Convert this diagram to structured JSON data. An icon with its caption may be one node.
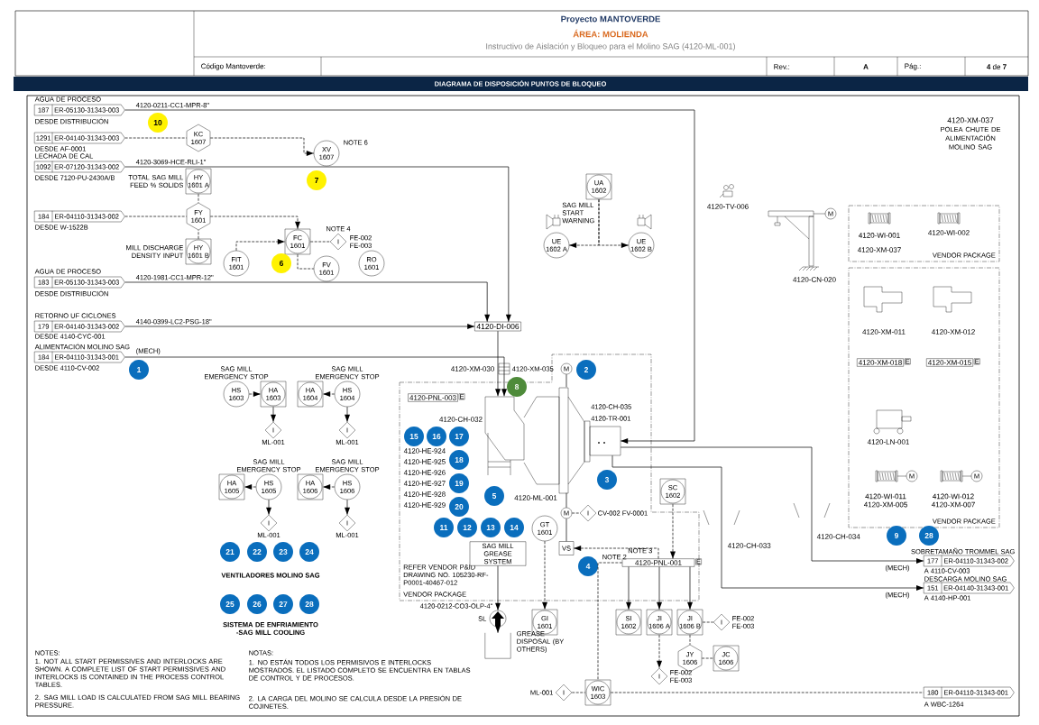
{
  "diagram": {
    "title": "Proyecto MANTOVERDE",
    "nodes": [
      {
        "text": [
          "187",
          "ER-05130-31343-003"
        ],
        "beside": [
          "AGUA DE PROCESO",
          "DESDE DISTRIBUCIÓN"
        ]
      },
      {
        "text": [
          "1291",
          "ER-04140-31343-003"
        ],
        "beside": [
          "DESDE AF-0001"
        ]
      },
      {
        "text": [
          "1092",
          "ER-07120-31343-002"
        ],
        "beside": [
          "LECHADA DE CAL",
          "DESDE 7120-PU-2430A/B"
        ]
      },
      {
        "text": [
          "184",
          "ER-04110-31343-002"
        ],
        "beside": [
          "DESDE W-1522B"
        ]
      },
      {
        "text": [
          "183",
          "ER-05130-31343-003"
        ],
        "beside": [
          "AGUA DE PROCESO",
          "DESDE DISTRIBUCIÓN"
        ]
      },
      {
        "text": [
          "179",
          "ER-04140-31343-002"
        ],
        "beside": [
          "RETORNO UF CICLONES",
          "DESDE 4140-CYC-001"
        ]
      },
      {
        "text": [
          "184",
          "ER-04110-31343-001"
        ],
        "beside": [
          "ALIMENTACIÓN MOLINO SAG",
          "DESDE 4110-CV-002"
        ]
      },
      {
        "text": [
          "KC",
          "1607"
        ]
      },
      {
        "text": [
          "XV",
          "1607"
        ],
        "beside": [
          "NOTE 6"
        ]
      },
      {
        "text": [
          "HY",
          "1601 A"
        ],
        "beside": [
          "TOTAL SAG MILL FEED % SOLIDS"
        ]
      },
      {
        "text": [
          "FY",
          "1601"
        ]
      },
      {
        "text": [
          "HY",
          "1601 B"
        ],
        "beside": [
          "MILL DISCHARGE DENSITY INPUT"
        ]
      },
      {
        "text": [
          "FC",
          "1601"
        ]
      },
      {
        "text": [
          "I"
        ],
        "beside": [
          "NOTE 4",
          "FE-002 FE-003"
        ]
      },
      {
        "text": [
          "FIT",
          "1601"
        ]
      },
      {
        "text": [
          "FV",
          "1601"
        ]
      },
      {
        "text": [
          "RO",
          "1601"
        ]
      },
      {
        "text": [
          "4120-DI-006"
        ]
      },
      {
        "text": [
          "UA",
          "1602"
        ]
      },
      {
        "text": [
          "UE",
          "1602 A"
        ]
      },
      {
        "text": [
          "UE",
          "1602 B"
        ]
      },
      {
        "text": [
          "4120-TV-006"
        ]
      },
      {
        "text": [
          "4120-CN-020"
        ]
      },
      {
        "text": [
          "VENDOR PACKAGE"
        ]
      },
      {
        "text": [
          "4120-WI-001",
          "4120-XM-037"
        ],
        "in": 23
      },
      {
        "text": [
          "4120-WI-002"
        ],
        "in": 23
      },
      {
        "text": [
          "VENDOR PACKAGE"
        ]
      },
      {
        "text": [
          "4120-XM-011"
        ],
        "in": 26
      },
      {
        "text": [
          "4120-XM-012"
        ],
        "in": 26
      },
      {
        "text": [
          "4120-XM-018",
          "E"
        ],
        "in": 26
      },
      {
        "text": [
          "4120-XM-015",
          "E"
        ],
        "in": 26
      },
      {
        "text": [
          "4120-LN-001"
        ],
        "in": 26
      },
      {
        "text": [
          "4120-WI-011",
          "4120-XM-005"
        ],
        "in": 26
      },
      {
        "text": [
          "4120-WI-012",
          "4120-XM-007"
        ],
        "in": 26
      },
      {
        "text": [
          "4120-XM-037",
          "POLEA CHUTE DE ALIMENTACIÓN MOLINO SAG"
        ]
      },
      {
        "text": [
          "REFER VENDOR P&ID DRAWING NO. 105230-RF-P0001-40467-012",
          "VENDOR PACKAGE"
        ]
      },
      {
        "text": [
          "4120-PNL-003",
          "E"
        ],
        "in": 35
      },
      {
        "text": [
          "4120-ML-001"
        ],
        "in": 35
      },
      {
        "text": [
          "4120-CH-032"
        ],
        "in": 35
      },
      {
        "text": [
          "4120-CH-035",
          "4120-TR-001"
        ],
        "in": 35
      },
      {
        "text": [
          "M"
        ],
        "in": 35
      },
      {
        "text": [
          "M"
        ],
        "in": 35
      },
      {
        "text": [
          "I"
        ],
        "beside": [
          "CV-002 FV-0001"
        ],
        "in": 35
      },
      {
        "text": [
          "VS"
        ],
        "in": 35
      },
      {
        "text": [
          "SAG MILL GREASE SYSTEM"
        ],
        "in": 35
      },
      {
        "text": [
          "GT",
          "1601"
        ],
        "in": 35
      },
      {
        "text": [
          "4120-PNL-001",
          "E"
        ],
        "beside": [
          "NOTE 3"
        ],
        "in": 35
      },
      {
        "text": [
          "SC",
          "1602"
        ]
      },
      {
        "text": [
          "GI",
          "1601"
        ]
      },
      {
        "text": [
          "SI",
          "1602"
        ]
      },
      {
        "text": [
          "JI",
          "1606 A"
        ]
      },
      {
        "text": [
          "JI",
          "1606 B"
        ]
      },
      {
        "text": [
          "JY",
          "1606"
        ]
      },
      {
        "text": [
          "JC",
          "1606"
        ]
      },
      {
        "text": [
          "WIC",
          "1603"
        ]
      },
      {
        "text": [
          "I"
        ],
        "beside": [
          "ML-001"
        ]
      },
      {
        "text": [],
        "shape": "circle",
        "beside": [
          "SL"
        ]
      },
      {
        "text": [],
        "shape": "box"
      },
      {
        "text": [
          "177",
          "ER-04110-31343-002"
        ],
        "beside": [
          "SOBRETAMAÑO TROMMEL SAG",
          "A 4110-CV-003"
        ]
      },
      {
        "text": [
          "151",
          "ER-04140-31343-001"
        ],
        "beside": [
          "DESCARGA MOLINO SAG",
          "A 4140-HP-001"
        ]
      },
      {
        "text": [
          "180",
          "ER-04110-31343-001"
        ],
        "beside": [
          "A WBC-1264"
        ]
      },
      {
        "text": [
          "HS",
          "1603"
        ],
        "beside": [
          "SAG MILL EMERGENCY STOP"
        ]
      },
      {
        "text": [
          "HA",
          "1603"
        ]
      },
      {
        "text": [
          "I"
        ],
        "beside": [
          "ML-001"
        ]
      },
      {
        "text": [
          "HA",
          "1604"
        ]
      },
      {
        "text": [
          "HS",
          "1604"
        ],
        "beside": [
          "SAG MILL EMERGENCY STOP"
        ]
      },
      {
        "text": [
          "I"
        ],
        "beside": [
          "ML-001"
        ]
      },
      {
        "text": [
          "HA",
          "1605"
        ]
      },
      {
        "text": [
          "HS",
          "1605"
        ],
        "beside": [
          "SAG MILL EMERGENCY STOP"
        ]
      },
      {
        "text": [
          "I"
        ],
        "beside": [
          "ML-001"
        ]
      },
      {
        "text": [
          "HA",
          "1606"
        ]
      },
      {
        "text": [
          "HS",
          "1606"
        ],
        "beside": [
          "SAG MILL EMERGENCY STOP"
        ]
      },
      {
        "text": [
          "I"
        ],
        "beside": [
          "ML-001"
        ]
      },
      {
        "text": [
          "I"
        ],
        "beside": [
          "FE-002 FE-003"
        ]
      },
      {
        "text": [
          "I"
        ],
        "beside": [
          "FE-002 FE-003"
        ]
      },
      {
        "text": [
          "1"
        ]
      },
      {
        "text": [
          "2"
        ],
        "in": 35
      },
      {
        "text": [
          "3"
        ],
        "in": 35
      },
      {
        "text": [
          "4"
        ],
        "in": 35
      },
      {
        "text": [
          "5"
        ],
        "in": 35
      },
      {
        "text": [
          "6"
        ]
      },
      {
        "text": [
          "7"
        ]
      },
      {
        "text": [
          "8"
        ],
        "in": 35
      },
      {
        "text": [
          "9"
        ]
      },
      {
        "text": [
          "10"
        ]
      },
      {
        "text": [
          "11"
        ],
        "in": 35
      },
      {
        "text": [
          "12"
        ],
        "in": 35
      },
      {
        "text": [
          "13"
        ],
        "in": 35
      },
      {
        "text": [
          "14"
        ],
        "in": 35
      },
      {
        "text": [
          "15"
        ],
        "in": 35
      },
      {
        "text": [
          "16"
        ],
        "in": 35
      },
      {
        "text": [
          "17"
        ],
        "in": 35
      },
      {
        "text": [
          "18"
        ],
        "in": 35
      },
      {
        "text": [
          "19"
        ],
        "in": 35
      },
      {
        "text": [
          "20"
        ],
        "in": 35
      },
      {
        "text": [
          "21"
        ]
      },
      {
        "text": [
          "22"
        ]
      },
      {
        "text": [
          "23"
        ]
      },
      {
        "text": [
          "24"
        ]
      },
      {
        "text": [
          "25"
        ]
      },
      {
        "text": [
          "26"
        ]
      },
      {
        "text": [
          "27"
        ]
      },
      {
        "text": [
          "28"
        ]
      },
      {
        "text": [
          "28"
        ]
      },
      {
        "text": [
          "M"
        ]
      },
      {
        "text": [
          "M"
        ],
        "in": 26
      },
      {
        "text": [
          "M"
        ],
        "in": 26
      }
    ],
    "edges": [
      {
        "from": 0,
        "to": 39,
        "arrow": "to"
      },
      {
        "from": 1,
        "to": 7,
        "arrow": "none",
        "style": "dashed"
      },
      {
        "from": 7,
        "to": 8,
        "arrow": "to",
        "style": "dashed"
      },
      {
        "from": 2,
        "to": 17,
        "arrow": "to"
      },
      {
        "from": 4,
        "to": 17,
        "arrow": "to"
      },
      {
        "from": 5,
        "to": 17,
        "arrow": "to"
      },
      {
        "from": 6,
        "to": 38,
        "arrow": "to"
      },
      {
        "from": 17,
        "to": 38,
        "arrow": "to"
      },
      {
        "from": 18,
        "to": 19,
        "arrow": "to",
        "style": "dashed"
      },
      {
        "from": 18,
        "to": 20,
        "arrow": "to",
        "style": "dashed"
      },
      {
        "from": 61,
        "to": 62,
        "arrow": "to",
        "style": "dashed"
      },
      {
        "from": 62,
        "to": 63,
        "arrow": "to"
      },
      {
        "from": 65,
        "to": 64,
        "arrow": "to",
        "style": "dashed"
      },
      {
        "from": 65,
        "to": 66,
        "arrow": "to"
      },
      {
        "from": 68,
        "to": 67,
        "arrow": "to",
        "style": "dashed"
      },
      {
        "from": 68,
        "to": 69,
        "arrow": "to"
      },
      {
        "from": 71,
        "to": 70,
        "arrow": "to",
        "style": "dashed"
      },
      {
        "from": 71,
        "to": 72,
        "arrow": "to"
      },
      {
        "from": 3,
        "to": 10,
        "arrow": "none",
        "style": "dashed"
      },
      {
        "from": 10,
        "to": 12,
        "arrow": "to",
        "style": "dashed"
      },
      {
        "from": 9,
        "to": 10,
        "arrow": "none",
        "style": "dashed"
      },
      {
        "from": 11,
        "to": 10,
        "arrow": "none",
        "style": "dashed"
      },
      {
        "from": 12,
        "to": 13,
        "arrow": "none",
        "style": "dashed"
      },
      {
        "from": 14,
        "to": 12,
        "arrow": "to",
        "style": "dashed"
      },
      {
        "from": 12,
        "to": 15,
        "arrow": "none",
        "style": "dashed"
      },
      {
        "from": 40,
        "to": 37,
        "arrow": "none"
      },
      {
        "from": 37,
        "to": 41,
        "arrow": "none"
      },
      {
        "from": 41,
        "to": 43,
        "arrow": "none"
      },
      {
        "from": 41,
        "to": 42,
        "arrow": "none",
        "style": "dashed"
      },
      {
        "from": 46,
        "to": 43,
        "arrow": "to",
        "style": "dashed"
      },
      {
        "from": 47,
        "to": 46,
        "arrow": "to",
        "style": "dashed"
      },
      {
        "from": 46,
        "to": 49,
        "arrow": "to"
      },
      {
        "from": 46,
        "to": 50,
        "arrow": "to"
      },
      {
        "from": 46,
        "to": 51,
        "arrow": "to"
      },
      {
        "from": 45,
        "to": 48,
        "arrow": "to",
        "style": "dashed"
      },
      {
        "from": 44,
        "to": 56,
        "arrow": "to"
      },
      {
        "from": 56,
        "to": 57,
        "arrow": "to"
      },
      {
        "from": 39,
        "to": 58,
        "arrow": "to"
      },
      {
        "from": 39,
        "to": 59,
        "arrow": "to"
      },
      {
        "from": 54,
        "to": 60,
        "arrow": "none",
        "style": "dashed"
      },
      {
        "from": 55,
        "to": 54,
        "arrow": "none",
        "style": "dashed"
      },
      {
        "from": 50,
        "to": 74,
        "arrow": "to",
        "style": "dashed"
      },
      {
        "from": 51,
        "to": 73,
        "arrow": "none",
        "style": "dashed"
      },
      {
        "from": 51,
        "to": 52,
        "arrow": "none",
        "style": "dashed"
      },
      {
        "from": 52,
        "to": 53,
        "arrow": "none",
        "style": "dashed"
      },
      {
        "from": 46,
        "to": 54,
        "arrow": "none",
        "style": "dashed"
      }
    ],
    "labels": [
      "ÁREA: MOLIENDA",
      "Instructivo de Aislación y Bloqueo para el Molino SAG (4120-ML-001)",
      "Código Mantoverde:",
      "Rev.:",
      "A",
      "Pág.:",
      "**4** de **7**",
      "DIAGRAMA DE DISPOSICIÓN PUNTOS DE BLOQUEO",
      "4120-0211-CC1-MPR-8\"",
      "4120-3069-HCE-RLI-1\"",
      "4120-1981-CC1-MPR-12\"",
      "4140-0399-LC2-PSG-18\"",
      "(MECH)",
      "SAG MILL START WARNING",
      "4120-XM-030",
      "4120-XM-035",
      "4120-HE-924",
      "4120-HE-925",
      "4120-HE-926",
      "4120-HE-927",
      "4120-HE-928",
      "4120-HE-929",
      "4120-CH-033",
      "4120-CH-034",
      "NOTE 2",
      "(MECH)",
      "(MECH)",
      "4120-0212-CO3-OLP-4\"",
      "VENTILADORES MOLINO SAG",
      "SISTEMA DE ENFRIAMIENTO -SAG MILL COOLING",
      "GREASE DISPOSAL (BY OTHERS)",
      "NOTES:",
      "1. NOT ALL START PERMISSIVES AND INTERLOCKS ARE SHOWN. A COMPLETE LIST OF START PERMISSIVES AND INTERLOCKS IS CONTAINED IN THE PROCESS CONTROL TABLES.",
      "2. SAG MILL LOAD IS CALCULATED FROM SAG MILL BEARING PRESSURE.",
      "NOTAS:",
      "1. NO ESTÁN TODOS LOS PERMISIVOS E INTERLOCKS MOSTRADOS. EL LISTADO COMPLETO SE ENCUENTRA EN TABLAS DE CONTROL Y DE PROCESOS.",
      "2. LA CARGA DEL MOLINO SE CALCULA DESDE LA PRESIÓN DE COJINETES."
    ]
  }
}
